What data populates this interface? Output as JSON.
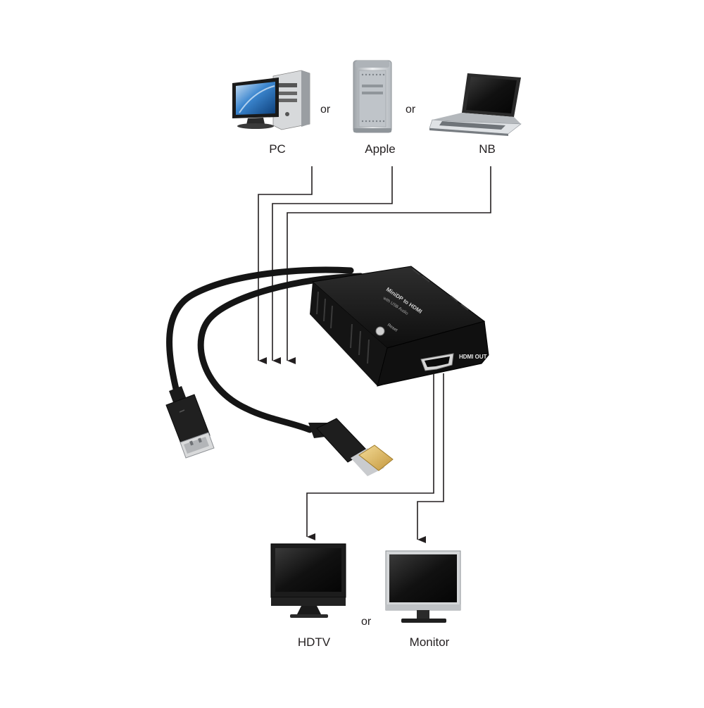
{
  "sources": {
    "pc_label": "PC",
    "apple_label": "Apple",
    "nb_label": "NB",
    "or_1": "or",
    "or_2": "or"
  },
  "device": {
    "port_label": "HDMI OUT",
    "title_print": "MiniDP to HDMI",
    "subtitle_print": "with USB Audio",
    "reset_print": "Reset"
  },
  "displays": {
    "hdtv_label": "HDTV",
    "monitor_label": "Monitor",
    "or_3": "or"
  },
  "colors": {
    "line": "#231f20",
    "device_body": "#1b1b1b",
    "screen_blue": "#2c6fb8",
    "connector_gold": "#d8b45c",
    "silver": "#c8ccd0"
  },
  "icons": [
    "pc-desktop-icon",
    "mac-pro-tower-icon",
    "notebook-laptop-icon",
    "hdtv-icon",
    "monitor-icon",
    "usb-a-plug-icon",
    "mini-displayport-plug-icon",
    "hdmi-port-icon"
  ]
}
